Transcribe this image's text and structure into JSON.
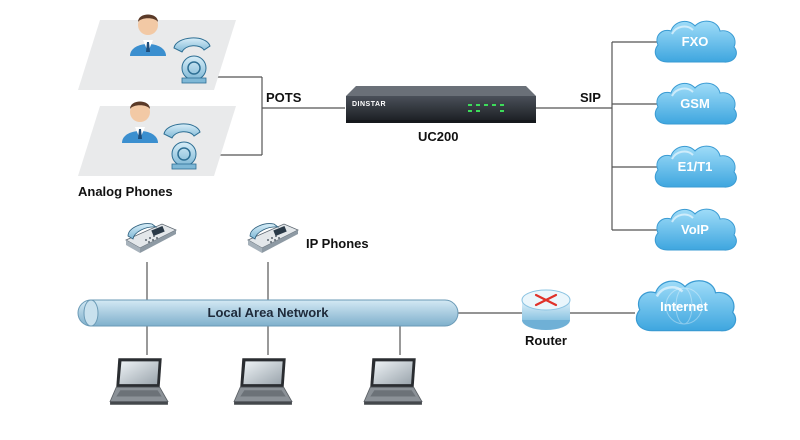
{
  "labels": {
    "pots": "POTS",
    "device_name": "UC200",
    "device_brand": "DINSTAR",
    "sip": "SIP",
    "analog_phones": "Analog Phones",
    "ip_phones": "IP  Phones",
    "lan": "Local Area Network",
    "router": "Router"
  },
  "clouds": [
    {
      "label": "FXO"
    },
    {
      "label": "GSM"
    },
    {
      "label": "E1/T1"
    },
    {
      "label": "VoIP"
    }
  ],
  "internet": {
    "label": "Internet"
  },
  "colors": {
    "cloud_fill": "#4fb3e8",
    "cloud_light": "#9ed8f5",
    "lan_fill": "#a9cce0",
    "line": "#555555",
    "device_body": "#2b2f36",
    "led": "#3ddc5a"
  }
}
